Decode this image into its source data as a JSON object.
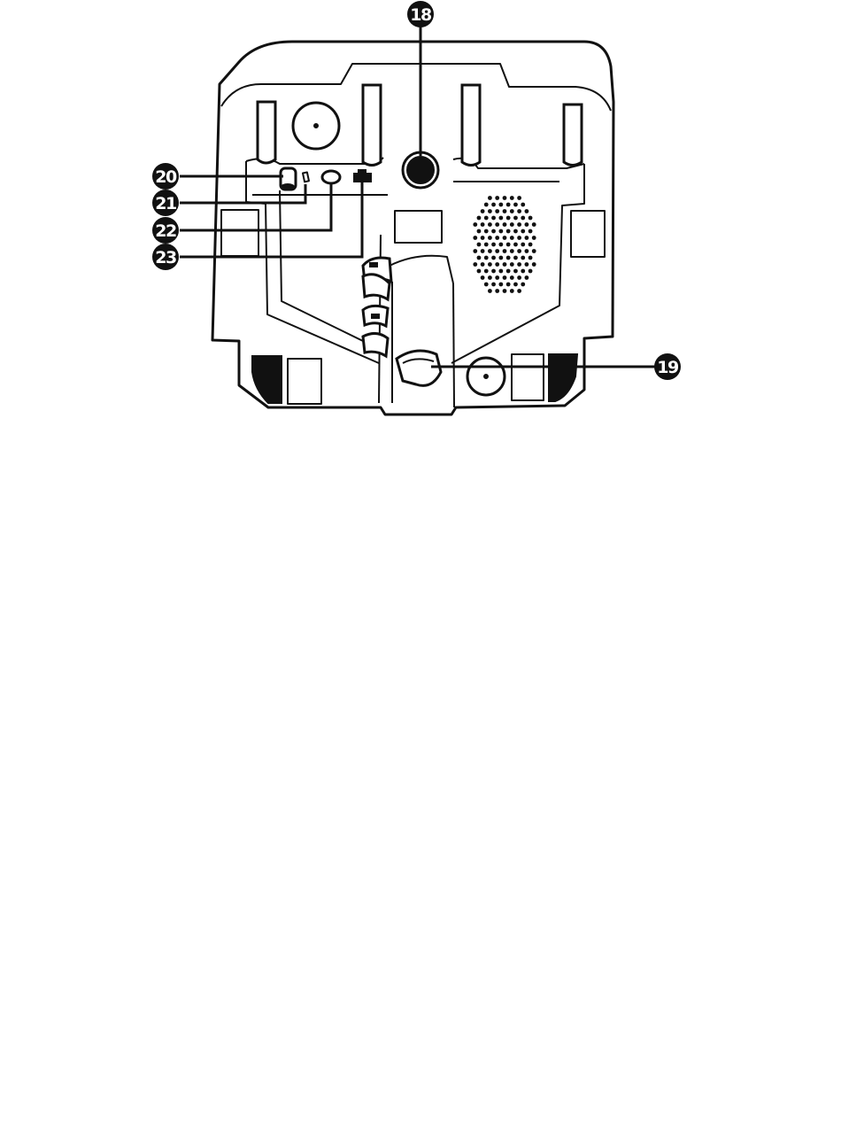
{
  "callouts": [
    {
      "number": "18"
    },
    {
      "number": "19"
    },
    {
      "number": "20"
    },
    {
      "number": "21"
    },
    {
      "number": "22"
    },
    {
      "number": "23"
    }
  ]
}
